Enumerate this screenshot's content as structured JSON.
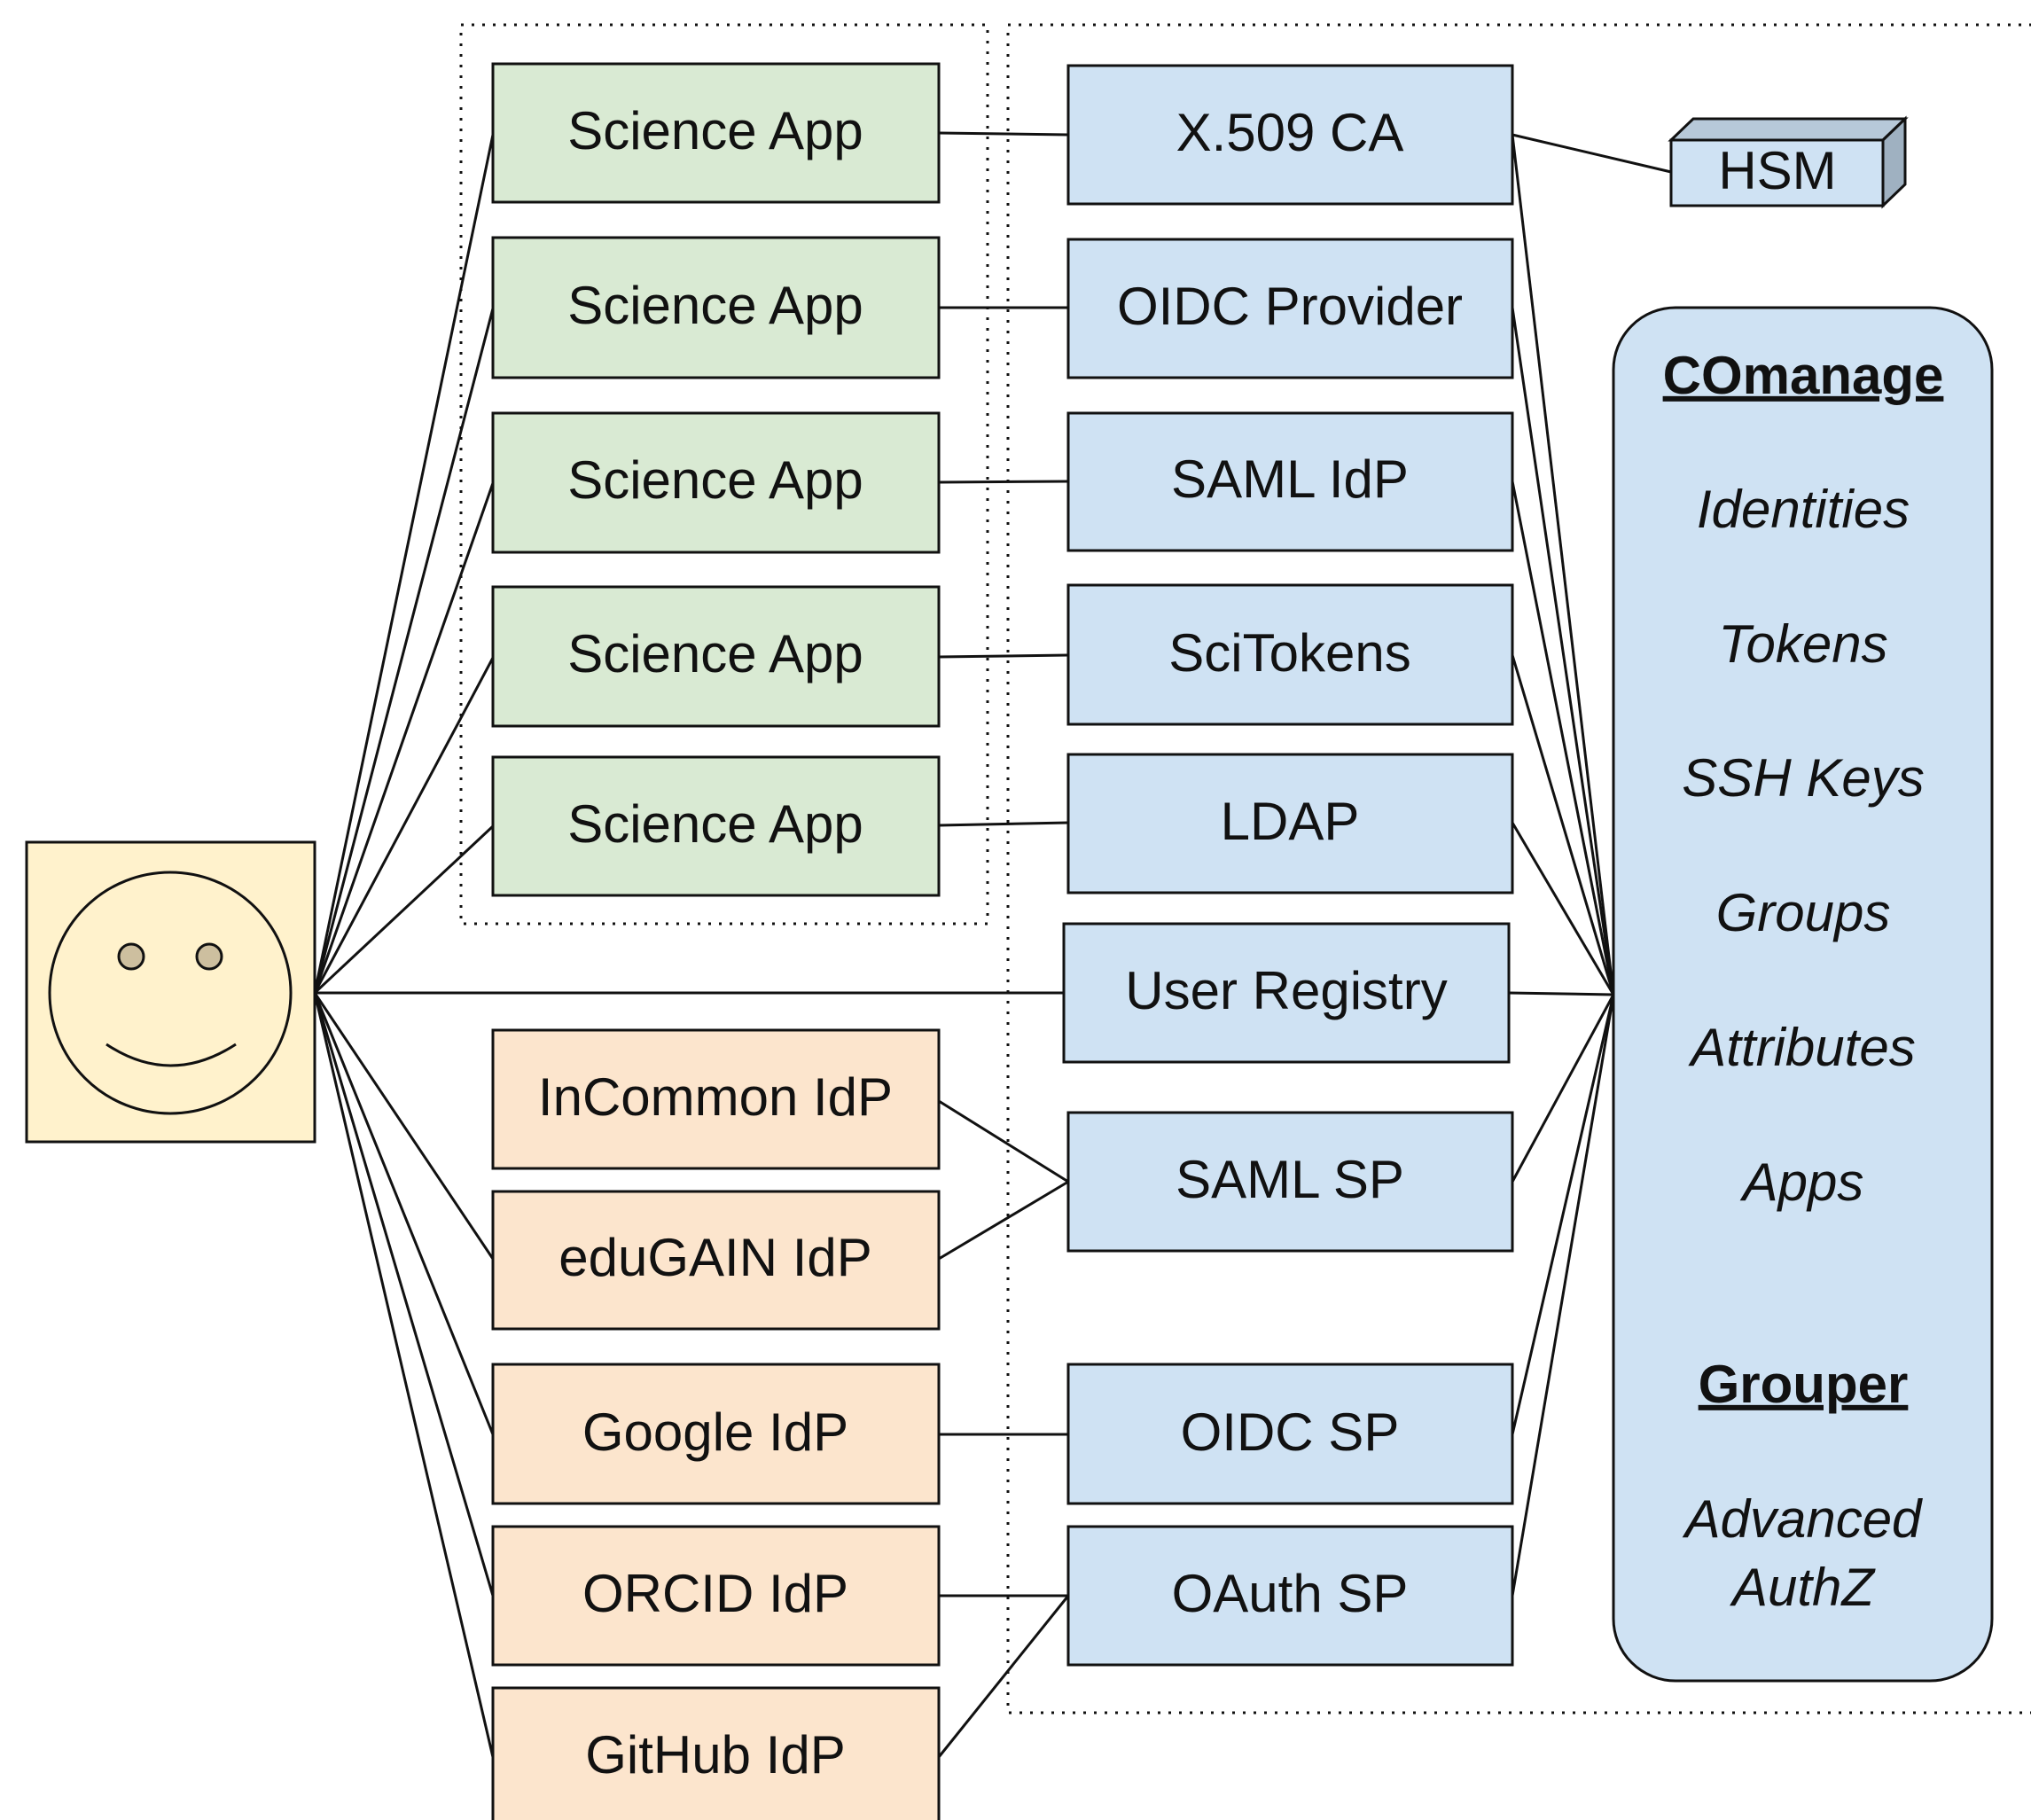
{
  "colors": {
    "app_fill": "#d9ead3",
    "service_fill": "#cfe2f3",
    "idp_fill": "#fce5cd",
    "user_fill": "#fff2cc",
    "comanage_fill": "#cfe2f3",
    "stroke": "#111111"
  },
  "user": {
    "icon": "smiley-face-icon"
  },
  "science_apps": [
    "Science App",
    "Science App",
    "Science App",
    "Science App",
    "Science App"
  ],
  "services": [
    "X.509 CA",
    "OIDC Provider",
    "SAML IdP",
    "SciTokens",
    "LDAP",
    "User Registry",
    "SAML SP",
    "OIDC SP",
    "OAuth SP"
  ],
  "idps": [
    "InCommon IdP",
    "eduGAIN IdP",
    "Google IdP",
    "ORCID IdP",
    "GitHub IdP"
  ],
  "hsm": {
    "label": "HSM",
    "icon": "hardware-security-module-box-icon"
  },
  "comanage": {
    "title": "COmanage",
    "items": [
      "Identities",
      "Tokens",
      "SSH Keys",
      "Groups",
      "Attributes",
      "Apps"
    ],
    "grouper_title": "Grouper",
    "grouper_items": [
      "Advanced",
      "AuthZ"
    ]
  }
}
